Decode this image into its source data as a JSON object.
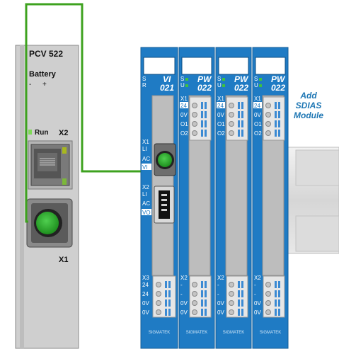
{
  "cpu": {
    "model": "PCV 522",
    "battery_label": "Battery",
    "battery_minus": "-",
    "battery_plus": "+",
    "run_label": "Run",
    "port_x2": "X2",
    "port_x1": "X1"
  },
  "vi_module": {
    "status_s": "S",
    "status_r": "R",
    "name_line1": "VI",
    "name_line2": "021",
    "x1_label": "X1",
    "x1_pins": [
      "LI",
      "AC",
      "VI"
    ],
    "x2_label": "X2",
    "x2_pins": [
      "LI",
      "AC",
      "VO"
    ],
    "x3_label": "X3",
    "x3_pins": [
      "24",
      "24",
      "0V",
      "0V"
    ],
    "brand": "SIGMATEK"
  },
  "pw_modules": [
    {
      "status_s": "S",
      "status_u": "U",
      "name_line1": "PW",
      "name_line2": "022",
      "x1_label": "X1",
      "x1_pins": [
        "24",
        "0V",
        "O1",
        "O2"
      ],
      "x2_label": "X2",
      "x2_pins": [
        "-",
        "-",
        "0V",
        "0V"
      ],
      "brand": "SIGMATEK"
    },
    {
      "status_s": "S",
      "status_u": "U",
      "name_line1": "PW",
      "name_line2": "022",
      "x1_label": "X1",
      "x1_pins": [
        "24",
        "0V",
        "O1",
        "O2"
      ],
      "x2_label": "X2",
      "x2_pins": [
        "-",
        "-",
        "0V",
        "0V"
      ],
      "brand": "SIGMATEK"
    },
    {
      "status_s": "S",
      "status_u": "U",
      "name_line1": "PW",
      "name_line2": "022",
      "x1_label": "X1",
      "x1_pins": [
        "24",
        "0V",
        "O1",
        "O2"
      ],
      "x2_label": "X2",
      "x2_pins": [
        "-",
        "-",
        "0V",
        "0V"
      ],
      "brand": "SIGMATEK"
    }
  ],
  "add_module_label": [
    "Add",
    "SDIAS",
    "Module"
  ],
  "colors": {
    "module_blue": "#1f7bc4",
    "cable_green": "#3ea21f",
    "connector_green": "#2ca82c",
    "housing_gray": "#c8c8c8",
    "label_blue": "#1f77b4"
  }
}
